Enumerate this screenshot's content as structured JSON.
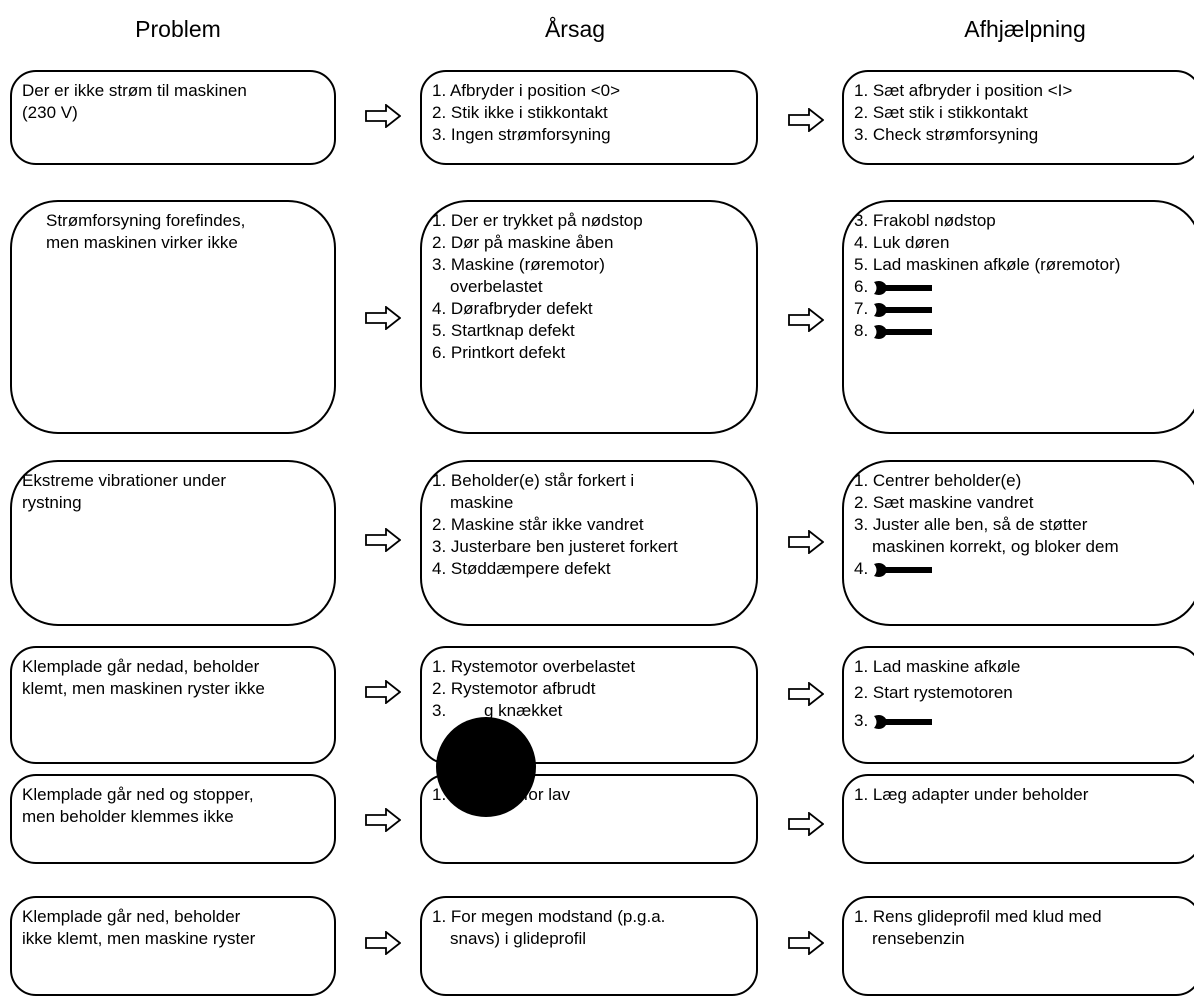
{
  "headers": {
    "problem": "Problem",
    "cause": "Årsag",
    "remedy": "Afhjælpning"
  },
  "rows": [
    {
      "problem": [
        "Der er ikke strøm til maskinen",
        "(230 V)"
      ],
      "cause": [
        "1. Afbryder i position <0>",
        "2. Stik ikke i stikkontakt",
        "3. Ingen strømforsyning"
      ],
      "remedy": [
        "1. Sæt afbryder i position <I>",
        "2. Sæt stik i stikkontakt",
        "3. Check strømforsyning"
      ]
    },
    {
      "problem": [
        "Strømforsyning forefindes,",
        "men maskinen virker ikke"
      ],
      "cause": [
        "1. Der er trykket på nødstop",
        "2. Dør på maskine åben",
        "3. Maskine (røremotor)",
        "overbelastet",
        "4. Dørafbryder defekt",
        "5. Startknap defekt",
        "6. Printkort defekt"
      ],
      "remedy": [
        "3. Frakobl nødstop",
        "4. Luk døren",
        "5. Lad maskinen afkøle (røremotor)",
        "6.",
        "7.",
        "8."
      ]
    },
    {
      "problem": [
        "Ekstreme vibrationer under",
        "rystning"
      ],
      "cause": [
        "1. Beholder(e) står forkert i",
        "maskine",
        "2. Maskine står ikke vandret",
        "3. Justerbare ben justeret forkert",
        "4. Støddæmpere defekt"
      ],
      "remedy": [
        "1. Centrer beholder(e)",
        "2. Sæt maskine vandret",
        "3. Juster alle ben, så de støtter",
        "maskinen korrekt, og bloker dem",
        "4."
      ]
    },
    {
      "problem": [
        "Klemplade går nedad, beholder",
        "klemt, men maskinen ryster ikke"
      ],
      "cause": [
        "1. Rystemotor overbelastet",
        "2. Rystemotor afbrudt",
        "3.        g knækket"
      ],
      "remedy": [
        "1. Lad maskine afkøle",
        "2. Start rystemotoren",
        "3."
      ]
    },
    {
      "problem": [
        "Klemplade går ned og stopper,",
        "men beholder klemmes ikke"
      ],
      "cause": [
        "1. Beholder for lav"
      ],
      "remedy": [
        "1. Læg adapter under beholder"
      ]
    },
    {
      "problem": [
        "Klemplade går ned, beholder",
        "ikke klemt, men maskine ryster"
      ],
      "cause": [
        "1. For megen modstand (p.g.a.",
        "snavs) i glideprofil"
      ],
      "remedy": [
        "1. Rens glideprofil med klud med",
        "rensebenzin"
      ]
    }
  ],
  "icons": {
    "arrow": "hollow-right-arrow-icon",
    "service": "wrench-icon"
  }
}
